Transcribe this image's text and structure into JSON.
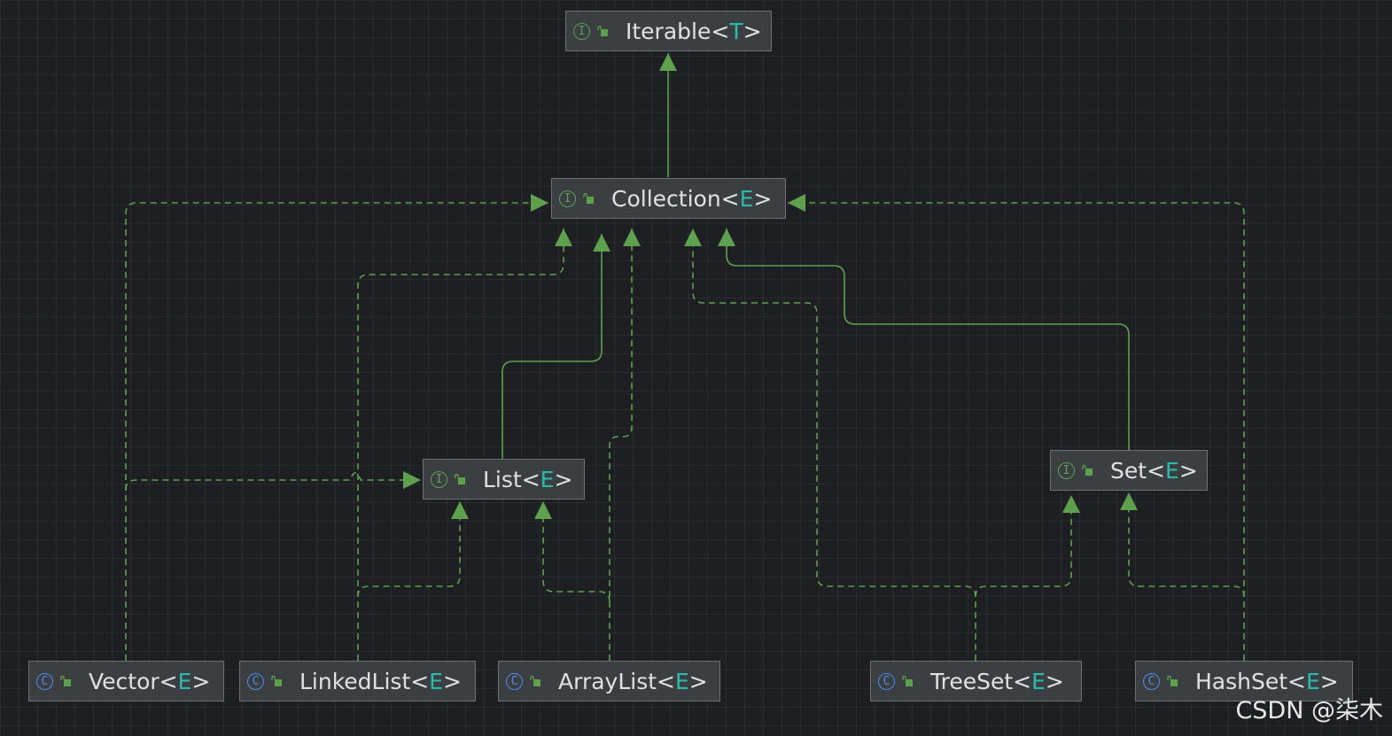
{
  "diagram": {
    "nodes": [
      {
        "id": "iterable",
        "kind": "interface",
        "kind_icon": "I",
        "name": "Iterable",
        "type_param": "T"
      },
      {
        "id": "collection",
        "kind": "interface",
        "kind_icon": "I",
        "name": "Collection",
        "type_param": "E"
      },
      {
        "id": "list",
        "kind": "interface",
        "kind_icon": "I",
        "name": "List",
        "type_param": "E"
      },
      {
        "id": "set",
        "kind": "interface",
        "kind_icon": "I",
        "name": "Set",
        "type_param": "E"
      },
      {
        "id": "vector",
        "kind": "class",
        "kind_icon": "C",
        "name": "Vector",
        "type_param": "E"
      },
      {
        "id": "linkedlist",
        "kind": "class",
        "kind_icon": "C",
        "name": "LinkedList",
        "type_param": "E"
      },
      {
        "id": "arraylist",
        "kind": "class",
        "kind_icon": "C",
        "name": "ArrayList",
        "type_param": "E"
      },
      {
        "id": "treeset",
        "kind": "class",
        "kind_icon": "C",
        "name": "TreeSet",
        "type_param": "E"
      },
      {
        "id": "hashset",
        "kind": "class",
        "kind_icon": "C",
        "name": "HashSet",
        "type_param": "E"
      }
    ],
    "edges": [
      {
        "from": "collection",
        "to": "iterable",
        "type": "extends"
      },
      {
        "from": "list",
        "to": "collection",
        "type": "extends"
      },
      {
        "from": "set",
        "to": "collection",
        "type": "extends"
      },
      {
        "from": "vector",
        "to": "collection",
        "type": "implements"
      },
      {
        "from": "vector",
        "to": "list",
        "type": "implements"
      },
      {
        "from": "linkedlist",
        "to": "collection",
        "type": "implements"
      },
      {
        "from": "linkedlist",
        "to": "list",
        "type": "implements"
      },
      {
        "from": "arraylist",
        "to": "collection",
        "type": "implements"
      },
      {
        "from": "arraylist",
        "to": "list",
        "type": "implements"
      },
      {
        "from": "treeset",
        "to": "collection",
        "type": "implements"
      },
      {
        "from": "treeset",
        "to": "set",
        "type": "implements"
      },
      {
        "from": "hashset",
        "to": "collection",
        "type": "implements"
      },
      {
        "from": "hashset",
        "to": "set",
        "type": "implements"
      }
    ]
  },
  "colors": {
    "background": "#1e1f22",
    "edge": "#5fa04e",
    "node_fill": "#3c3f41",
    "type_param": "#2bbbad",
    "interface_icon": "#5aa05a",
    "class_icon": "#4d8bf0"
  },
  "watermark": "CSDN @柒木"
}
